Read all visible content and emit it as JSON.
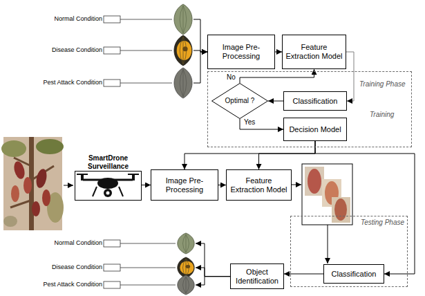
{
  "diagram": {
    "nodes": [
      {
        "text": [
          "Normal Condition"
        ]
      },
      {
        "text": [
          "Disease Condition"
        ]
      },
      {
        "text": [
          "Pest Attack Condition"
        ]
      },
      {
        "text": [
          "Image Pre-Processing"
        ]
      },
      {
        "text": [
          "Feature Extraction Model"
        ]
      },
      {
        "text": [
          "Training Phase",
          "Training"
        ]
      },
      {
        "text": [
          "Classification"
        ],
        "in": 5
      },
      {
        "text": [
          "Optimal ?"
        ],
        "in": 5
      },
      {
        "text": [
          "Decision Model"
        ],
        "in": 5
      },
      {
        "text": [
          "SmartDrone Surveillance"
        ]
      },
      {
        "text": [
          "Image Pre-Processing"
        ]
      },
      {
        "text": [
          "Feature Extraction Model"
        ]
      },
      {
        "text": [
          "Testing Phase"
        ]
      },
      {
        "text": [
          "Classification"
        ],
        "in": 12
      },
      {
        "text": [
          "Object Identification"
        ]
      },
      {
        "text": [
          "Normal Condition"
        ]
      },
      {
        "text": [
          "Disease Condition"
        ]
      },
      {
        "text": [
          "Pest Attack Condition"
        ]
      }
    ],
    "edges": [
      {
        "from": 0,
        "to": 3,
        "arrow": "to"
      },
      {
        "from": 1,
        "to": 3,
        "arrow": "to"
      },
      {
        "from": 2,
        "to": 3,
        "arrow": "to"
      },
      {
        "from": 3,
        "to": 4,
        "arrow": "to"
      },
      {
        "from": 4,
        "to": 6,
        "arrow": "to"
      },
      {
        "from": 6,
        "to": 7,
        "arrow": "to"
      },
      {
        "from": 7,
        "to": 4,
        "label": "No",
        "arrow": "to"
      },
      {
        "from": 7,
        "to": 8,
        "label": "Yes",
        "arrow": "to"
      },
      {
        "from": 8,
        "to": 10,
        "arrow": "to"
      },
      {
        "from": 8,
        "to": 11,
        "arrow": "to"
      },
      {
        "from": 8,
        "to": 13,
        "arrow": "to"
      },
      {
        "from": 9,
        "to": 10,
        "arrow": "to"
      },
      {
        "from": 10,
        "to": 11,
        "arrow": "to"
      },
      {
        "from": 13,
        "to": 14,
        "arrow": "to"
      },
      {
        "from": 14,
        "to": 15,
        "arrow": "to"
      },
      {
        "from": 14,
        "to": 16,
        "arrow": "to"
      },
      {
        "from": 14,
        "to": 17,
        "arrow": "to"
      }
    ]
  }
}
